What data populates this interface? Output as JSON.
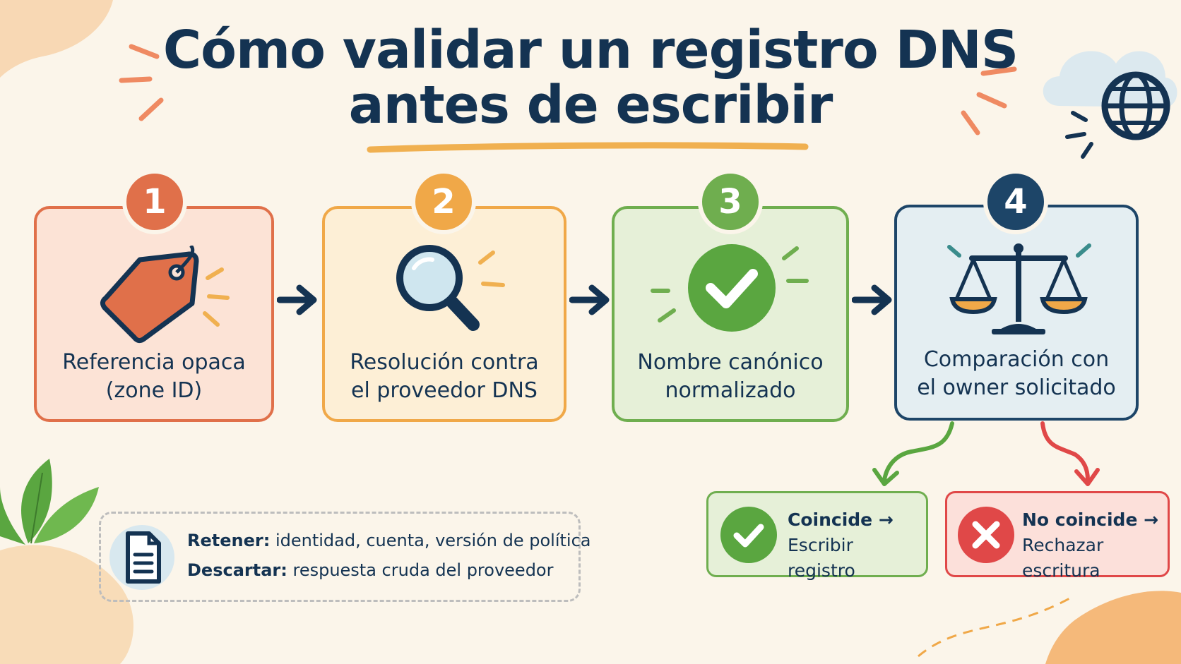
{
  "title": {
    "line1": "Cómo validar un registro DNS",
    "line2": "antes de escribir"
  },
  "steps": [
    {
      "number": "1",
      "line1": "Referencia opaca",
      "line2": "(zone ID)",
      "icon": "tag-icon",
      "color": "#e0704a"
    },
    {
      "number": "2",
      "line1": "Resolución contra",
      "line2": "el proveedor DNS",
      "icon": "magnifier-icon",
      "color": "#f0a848"
    },
    {
      "number": "3",
      "line1": "Nombre canónico",
      "line2": "normalizado",
      "icon": "check-circle-icon",
      "color": "#6fae4f"
    },
    {
      "number": "4",
      "line1": "Comparación con",
      "line2": "el owner solicitado",
      "icon": "scales-icon",
      "color": "#1d4568"
    }
  ],
  "outcomes": {
    "match": {
      "label": "Coincide →",
      "action": "Escribir registro",
      "icon": "check-icon",
      "color": "#5aa640"
    },
    "mismatch": {
      "label": "No coincide →",
      "action": "Rechazar escritura",
      "icon": "x-icon",
      "color": "#e04848"
    }
  },
  "note": {
    "retain_label": "Retener:",
    "retain_text": "identidad, cuenta, versión de política",
    "discard_label": "Descartar:",
    "discard_text": "respuesta cruda del proveedor",
    "icon": "document-icon"
  }
}
